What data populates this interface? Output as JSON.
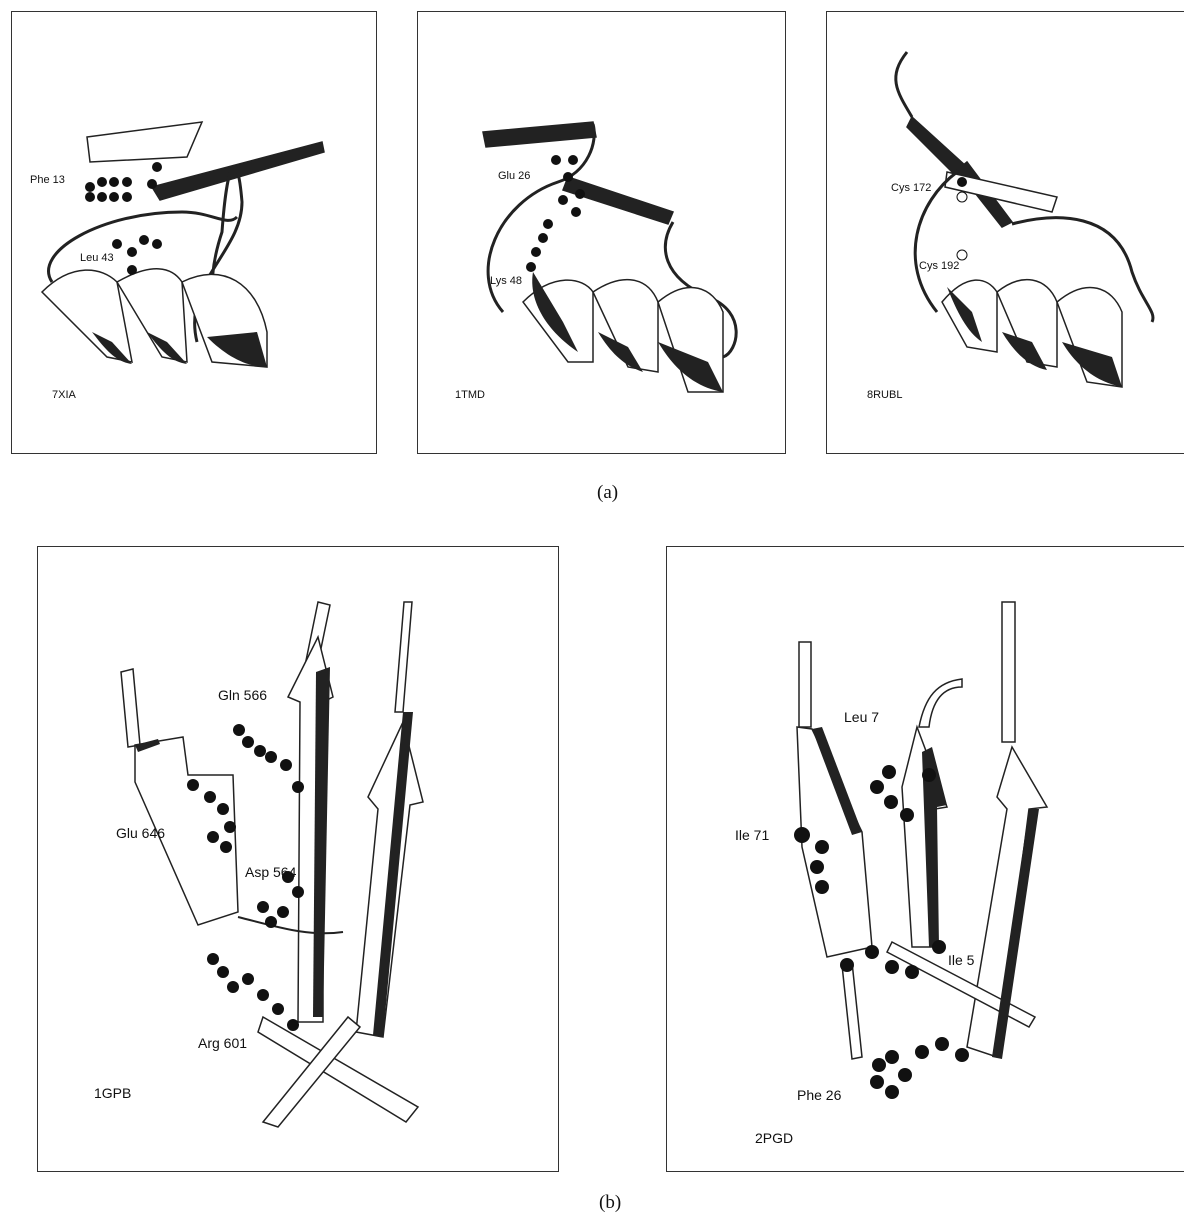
{
  "figure_a": {
    "caption": "(a)",
    "panels": [
      {
        "id": "7XIA",
        "residues": [
          "Phe 13",
          "Leu 43"
        ]
      },
      {
        "id": "1TMD",
        "residues": [
          "Glu 26",
          "Lys 48"
        ]
      },
      {
        "id": "8RUBL",
        "residues": [
          "Cys 172",
          "Cys 192"
        ]
      }
    ]
  },
  "figure_b": {
    "caption": "(b)",
    "panels": [
      {
        "id": "1GPB",
        "residues": [
          "Gln 566",
          "Glu 646",
          "Asp 564",
          "Arg 601"
        ]
      },
      {
        "id": "2PGD",
        "residues": [
          "Leu 7",
          "Ile 71",
          "Ile 5",
          "Phe 26"
        ]
      }
    ]
  }
}
